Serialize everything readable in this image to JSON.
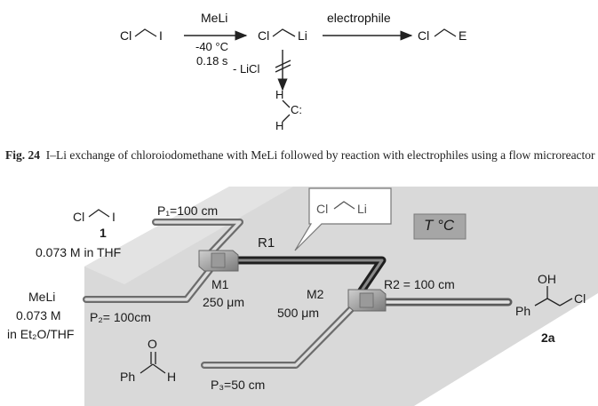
{
  "scheme": {
    "reactant_cl": "Cl",
    "reactant_i": "I",
    "reagent_above": "MeLi",
    "conditions_temp": "-40 °C",
    "conditions_time": "0.18 s",
    "product_cl": "Cl",
    "product_li": "Li",
    "reagent_electrophile": "electrophile",
    "final_cl": "Cl",
    "final_e": "E",
    "side_elimination": "- LiCl",
    "carbene_h_top": "H",
    "carbene_c": "C:",
    "carbene_h_bottom": "H"
  },
  "caption": {
    "label": "Fig. 24",
    "text": "I–Li exchange of chloroiodomethane with MeLi followed by reaction with electrophiles using a flow microreactor"
  },
  "reactor": {
    "reactant1_cl": "Cl",
    "reactant1_i": "I",
    "reactant1_number": "1",
    "reactant1_conc": "0.073 M  in THF",
    "p1": "P₁=100 cm",
    "bubble_cl": "Cl",
    "bubble_li": "Li",
    "temp_box": "T °C",
    "r1": "R1",
    "m1": "M1",
    "m1_size": "250 μm",
    "meli_line1": "MeLi",
    "meli_line2": "0.073 M",
    "meli_line3": "in Et₂O/THF",
    "p2": "P₂= 100cm",
    "m2": "M2",
    "m2_size": "500 μm",
    "r2": "R2 = 100 cm",
    "product_oh": "OH",
    "product_ph": "Ph",
    "product_cl": "Cl",
    "product_number": "2a",
    "aldehyde_o": "O",
    "aldehyde_ph": "Ph",
    "aldehyde_h": "H",
    "p3": "P₃=50 cm"
  }
}
